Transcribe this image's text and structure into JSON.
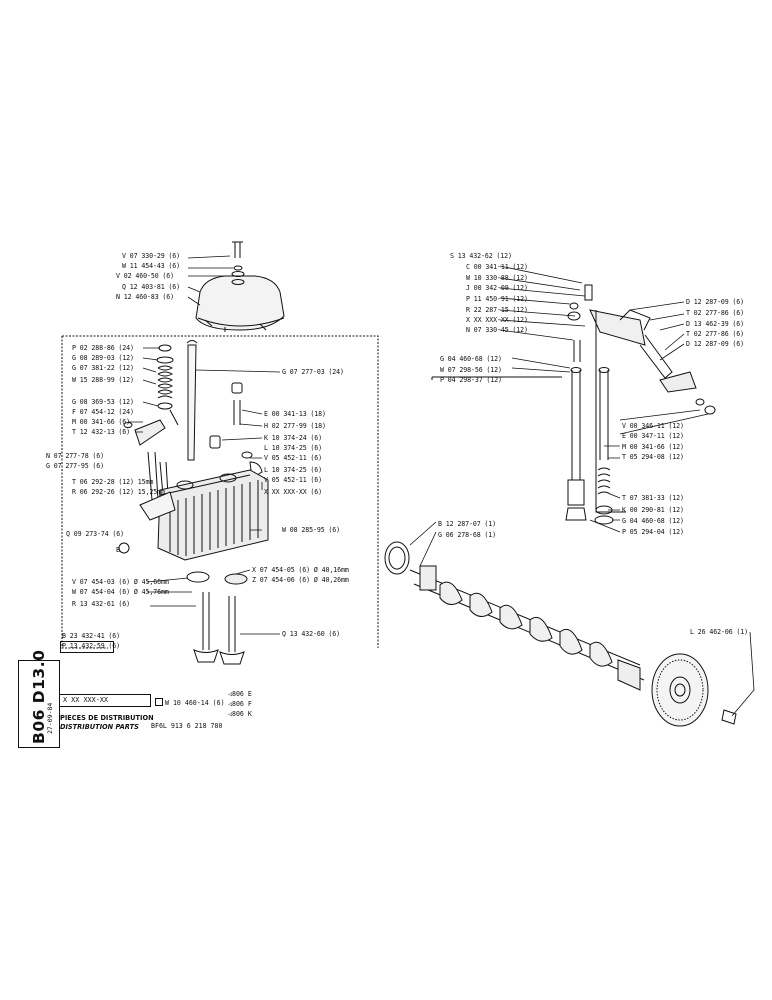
{
  "sidebar": {
    "section_code": "B06 D13.0",
    "date": "27-09-84"
  },
  "title_block": {
    "part_number": "X XX XXX-XX",
    "title_fr": "PIECES DE DISTRIBUTION",
    "title_en": "DISTRIBUTION PARTS",
    "engine": "BF6L 913 6 218 780",
    "kit_ref": "W 10 460-14 (6)",
    "page_refs": [
      "806 E",
      "806 F",
      "806 K"
    ]
  },
  "left_labels": [
    {
      "id": "v0733029",
      "text": "V 07 330-29 (6)"
    },
    {
      "id": "w1145443",
      "text": "W 11 454-43 (6)"
    },
    {
      "id": "v0246050",
      "text": "V 02 460-50 (6)"
    },
    {
      "id": "q1240381",
      "text": "Q 12 403-81 (6)"
    },
    {
      "id": "n1246083",
      "text": "N 12 460-83 (6)"
    },
    {
      "id": "p0228886",
      "text": "P 02 288-86 (24)"
    },
    {
      "id": "g0828903",
      "text": "G 08 289-03 (12)"
    },
    {
      "id": "g0738122",
      "text": "G 07 381-22 (12)"
    },
    {
      "id": "w1528899",
      "text": "W 15 288-99 (12)"
    },
    {
      "id": "g0836953",
      "text": "G 08 369-53 (12)"
    },
    {
      "id": "f0745412",
      "text": "F 07 454-12 (24)"
    },
    {
      "id": "m0034166",
      "text": "M 00 341-66 (6)"
    },
    {
      "id": "t1243213",
      "text": "T 12 432-13 (6)"
    },
    {
      "id": "n0727778",
      "text": "N 07 277-78 (6)"
    },
    {
      "id": "g0727795",
      "text": "G 07 277-95 (6)"
    },
    {
      "id": "t0629228",
      "text": "T 06 292-28 (12) 15mm"
    },
    {
      "id": "r0629226",
      "text": "R 06 292-26 (12) 15,25mm"
    },
    {
      "id": "q0927374",
      "text": "Q 09 273-74 (6)"
    },
    {
      "id": "v0745403",
      "text": "V 07 454-03 (6) Ø 45,66mm"
    },
    {
      "id": "w0745404",
      "text": "W 07 454-04 (6) Ø 45,76mm"
    },
    {
      "id": "r1343261",
      "text": "R 13 432-61 (6)"
    },
    {
      "id": "b2343241",
      "text": "B 23 432-41 (6)"
    },
    {
      "id": "p1343259",
      "text": "P 13 432-59 (6)"
    }
  ],
  "center_labels": [
    {
      "id": "g0727703",
      "text": "G 07 277-03 (24)"
    },
    {
      "id": "e0034113",
      "text": "E 00 341-13 (18)"
    },
    {
      "id": "h0227799",
      "text": "H 02 277-99 (18)"
    },
    {
      "id": "k1037424",
      "text": "K 10 374-24 (6)"
    },
    {
      "id": "l1037425a",
      "text": "L 10 374-25 (6)"
    },
    {
      "id": "v0545211a",
      "text": "V 05 452-11 (6)"
    },
    {
      "id": "l1037425b",
      "text": "L 10 374-25 (6)"
    },
    {
      "id": "v0545211b",
      "text": "V 05 452-11 (6)"
    },
    {
      "id": "xxxxxx",
      "text": "X XX XXX-XX (6)"
    },
    {
      "id": "w0828595",
      "text": "W 08 285-95 (6)"
    },
    {
      "id": "x0745405",
      "text": "X 07 454-05 (6) Ø 40,16mm"
    },
    {
      "id": "z0745406",
      "text": "Z 07 454-06 (6) Ø 40,26mm"
    },
    {
      "id": "q1343260",
      "text": "Q 13 432-60 (6)"
    }
  ],
  "right_top_labels": [
    {
      "id": "s1343262",
      "text": "S 13 432-62 (12)"
    },
    {
      "id": "c0034111",
      "text": "C 00 341-11 (12)"
    },
    {
      "id": "w1033088",
      "text": "W 10 330-88 (12)"
    },
    {
      "id": "j0034209",
      "text": "J 00 342-09 (12)"
    },
    {
      "id": "p1145091",
      "text": "P 11 450-91 (12)"
    },
    {
      "id": "r2228715",
      "text": "R 22 287-15 (12)"
    },
    {
      "id": "xxxxxx12",
      "text": "X XX XXX-XX (12)"
    },
    {
      "id": "n0733045",
      "text": "N 07 330-45 (12)"
    },
    {
      "id": "g0446068",
      "text": "G 04 460-68 (12)"
    },
    {
      "id": "w0729856",
      "text": "W 07 298-56 (12)"
    },
    {
      "id": "p0429837",
      "text": "P 04 298-37 (12)"
    }
  ],
  "right_side_labels": [
    {
      "id": "d1228709a",
      "text": "D 12 287-09 (6)"
    },
    {
      "id": "t0227786a",
      "text": "T 02 277-86 (6)"
    },
    {
      "id": "d1346239",
      "text": "D 13 462-39 (6)"
    },
    {
      "id": "t0227786b",
      "text": "T 02 277-86 (6)"
    },
    {
      "id": "d1228709b",
      "text": "D 12 287-09 (6)"
    },
    {
      "id": "v0034611",
      "text": "V 00 346-11 (12)"
    },
    {
      "id": "e0034711",
      "text": "E 00 347-11 (12)"
    },
    {
      "id": "m0034166b",
      "text": "M 00 341-66 (12)"
    },
    {
      "id": "t0529408",
      "text": "T 05 294-08 (12)"
    },
    {
      "id": "t0738133",
      "text": "T 07 381-33 (12)"
    },
    {
      "id": "k0029081",
      "text": "K 00 290-81 (12)"
    },
    {
      "id": "g0446068b",
      "text": "G 04 460-68 (12)"
    },
    {
      "id": "p0529404",
      "text": "P 05 294-04 (12)"
    }
  ],
  "camshaft_labels": [
    {
      "id": "b1228707",
      "text": "B 12 287-07 (1)"
    },
    {
      "id": "g0627868",
      "text": "G 06 278-68 (1)"
    },
    {
      "id": "l2646206",
      "text": "L 26 462-06 (1)"
    }
  ],
  "callout_letter": "B"
}
